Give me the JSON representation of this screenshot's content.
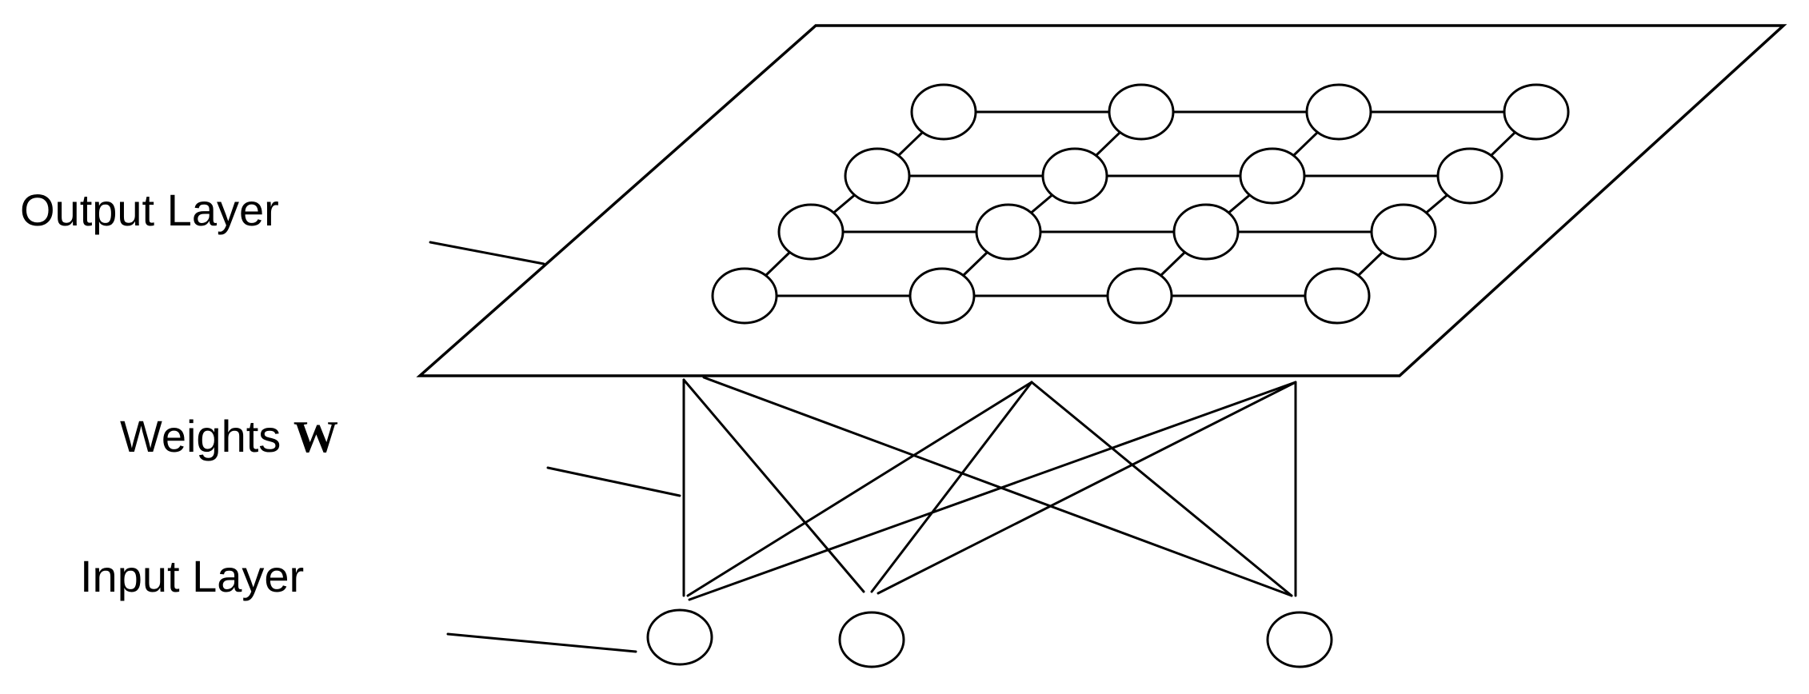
{
  "labels": {
    "output_layer": "Output Layer",
    "weights_prefix": "Weights ",
    "weights_symbol": "W",
    "input_layer": "Input Layer"
  },
  "colors": {
    "stroke": "#000000",
    "background": "#ffffff"
  },
  "network": {
    "output_grid_rows": 4,
    "output_grid_cols": 4,
    "input_node_count": 3
  }
}
